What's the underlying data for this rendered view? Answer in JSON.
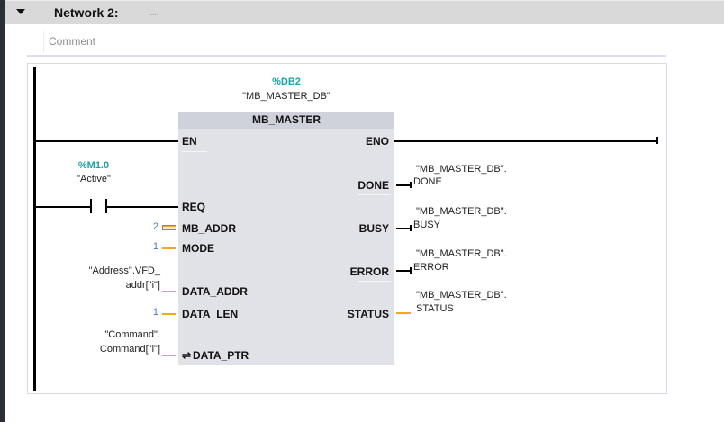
{
  "network": {
    "title": "Network 2:",
    "title_placeholder": ".....",
    "comment_placeholder": "Comment",
    "collapse_icon": "triangle-down-icon"
  },
  "contact": {
    "address": "%M1.0",
    "name": "\"Active\"",
    "type": "normally-open-contact"
  },
  "instance_db": {
    "address": "%DB2",
    "name": "\"MB_MASTER_DB\""
  },
  "block": {
    "title": "MB_MASTER",
    "inputs": [
      {
        "pin": "EN"
      },
      {
        "pin": "REQ"
      },
      {
        "pin": "MB_ADDR",
        "value": "2"
      },
      {
        "pin": "MODE",
        "value": "1"
      },
      {
        "pin": "DATA_ADDR",
        "value_line1": "\"Address\".VFD_",
        "value_line2": "addr[\"i\"]"
      },
      {
        "pin": "DATA_LEN",
        "value": "1"
      },
      {
        "pin": "DATA_PTR",
        "inout_icon": "⇌",
        "value_line1": "\"Command\".",
        "value_line2": "Command[\"i\"]"
      }
    ],
    "outputs": [
      {
        "pin": "ENO"
      },
      {
        "pin": "DONE",
        "value_line1": "\"MB_MASTER_DB\".",
        "value_line2": "DONE"
      },
      {
        "pin": "BUSY",
        "value_line1": "\"MB_MASTER_DB\".",
        "value_line2": "BUSY"
      },
      {
        "pin": "ERROR",
        "value_line1": "\"MB_MASTER_DB\".",
        "value_line2": "ERROR"
      },
      {
        "pin": "STATUS",
        "value_line1": "\"MB_MASTER_DB\".",
        "value_line2": "STATUS"
      }
    ]
  },
  "colors": {
    "address_teal": "#1aa3a8",
    "constant_blue": "#4a73d9",
    "data_wire_orange": "#f5a623",
    "block_bg": "#e1e1e8",
    "header_bg": "#d9d9d9"
  }
}
